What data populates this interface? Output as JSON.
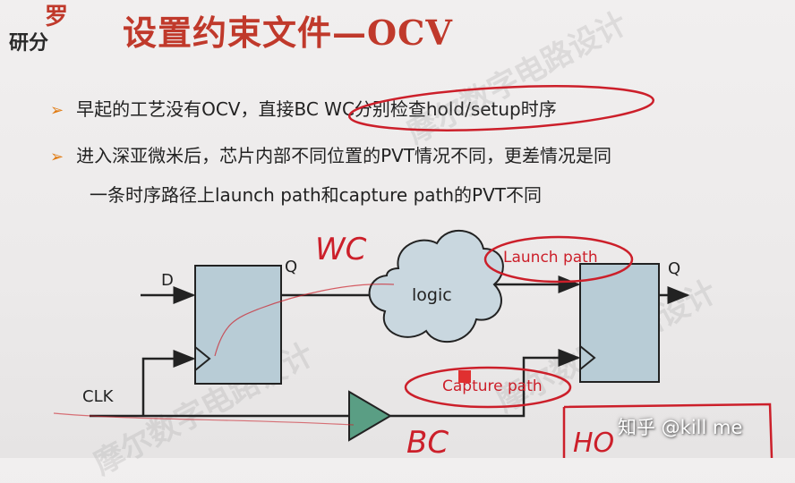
{
  "header": {
    "logo_mark": "罗",
    "logo_text": "研分",
    "title": "设置约束文件—OCV"
  },
  "bullets": [
    {
      "text": "早起的工艺没有OCV，直接BC  WC分别检查hold/setup时序"
    },
    {
      "text": "进入深亚微米后，芯片内部不同位置的PVT情况不同，更差情况是同",
      "continuation": "一条时序路径上launch path和capture path的PVT不同"
    }
  ],
  "diagram": {
    "labels": {
      "d": "D",
      "q_left": "Q",
      "q_right": "Q",
      "clk": "CLK",
      "logic": "logic",
      "launch_path": "Launch path",
      "capture_path": "Capture path"
    },
    "handwritten": {
      "wc": "WC",
      "bc": "BC",
      "hold": "HO"
    }
  },
  "watermarks": [
    "摩尔数字电路设计",
    "摩尔数字电路设计",
    "摩尔数字电路设计"
  ],
  "credit": "知乎 @kill me",
  "colors": {
    "title": "#c0392b",
    "bullet_marker": "#e07a10",
    "flop_fill": "#b8ccd6",
    "buffer_fill": "#5a9e84",
    "annotation": "#cc1f2a"
  }
}
